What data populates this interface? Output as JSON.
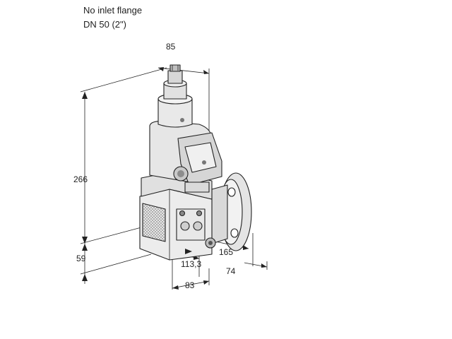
{
  "caption": {
    "line1": "No inlet flange",
    "line2": "DN 50 (2\")"
  },
  "dimensions": {
    "top_width": "85",
    "height": "266",
    "lower_height": "59",
    "depth_a": "165",
    "depth_b": "113,3",
    "depth_c": "74",
    "base_width": "83"
  },
  "colors": {
    "line": "#222222",
    "body_fill": "#ececec",
    "body_shade": "#d4d4d4",
    "dark": "#8a8a8a"
  }
}
